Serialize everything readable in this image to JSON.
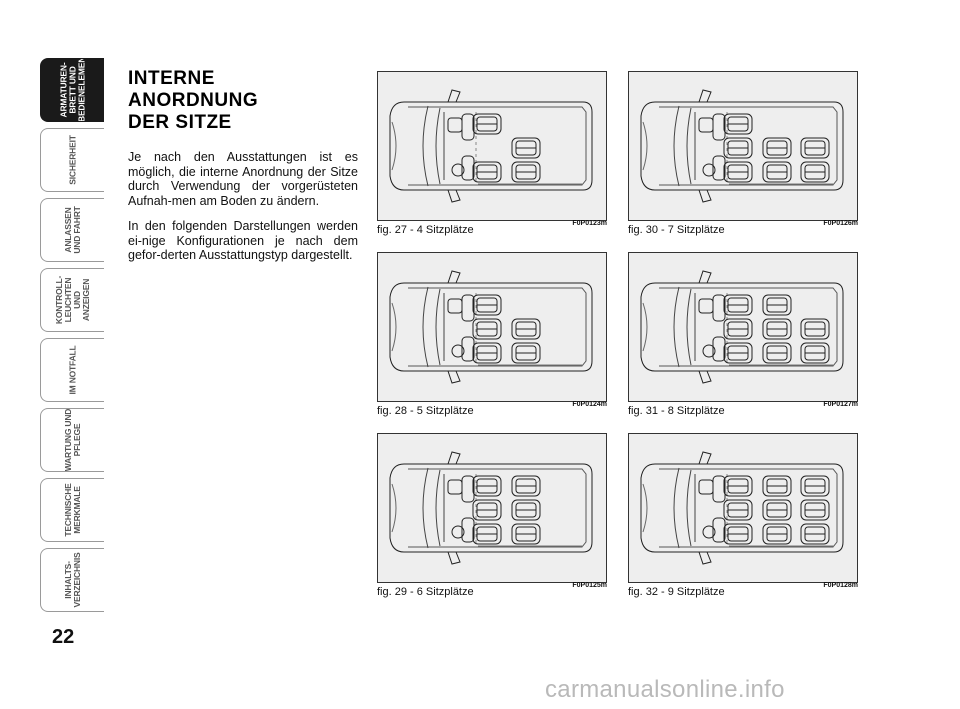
{
  "sidebar": {
    "tabs": [
      {
        "label": "ARMATUREN-\nBRETT UND\nBEDIENELEMENTE",
        "active": true
      },
      {
        "label": "SICHERHEIT",
        "active": false
      },
      {
        "label": "ANLASSEN\nUND FAHRT",
        "active": false
      },
      {
        "label": "KONTROLL-\nLEUCHTEN UND\nANZEIGEN",
        "active": false
      },
      {
        "label": "IM NOTFALL",
        "active": false
      },
      {
        "label": "WARTUNG UND\nPFLEGE",
        "active": false
      },
      {
        "label": "TECHNISCHE\nMERKMALE",
        "active": false
      },
      {
        "label": "INHALTS-\nVERZEICHNIS",
        "active": false
      }
    ]
  },
  "page_number": "22",
  "heading": {
    "line1": "INTERNE",
    "line2": "ANORDNUNG",
    "line3": "DER SITZE"
  },
  "body": {
    "paragraph1": "Je nach den Ausstattungen ist es möglich, die interne Anordnung der Sitze durch Verwendung der vorgerüsteten Aufnah-men am Boden zu ändern.",
    "paragraph2": "In den folgenden Darstellungen werden ei-nige Konfigurationen je nach dem gefor-derten Ausstattungstyp dargestellt."
  },
  "figures": [
    {
      "caption": "fig. 27 - 4 Sitzplätze",
      "code": "F0P0123m",
      "seats": 4
    },
    {
      "caption": "fig. 28 - 5 Sitzplätze",
      "code": "F0P0124m",
      "seats": 5
    },
    {
      "caption": "fig. 29 - 6 Sitzplätze",
      "code": "F0P0125m",
      "seats": 6
    },
    {
      "caption": "fig. 30 - 7 Sitzplätze",
      "code": "F0P0126m",
      "seats": 7
    },
    {
      "caption": "fig. 31 - 8 Sitzplätze",
      "code": "F0P0127m",
      "seats": 8
    },
    {
      "caption": "fig. 32 - 9 Sitzplätze",
      "code": "F0P0128m",
      "seats": 9
    }
  ],
  "watermark": "carmanualsonline.info",
  "colors": {
    "tab_active": "#1a1a1a",
    "tab_border": "#9a9a9a",
    "figure_bg": "#eeeeee",
    "watermark": "#b9b9b9"
  }
}
